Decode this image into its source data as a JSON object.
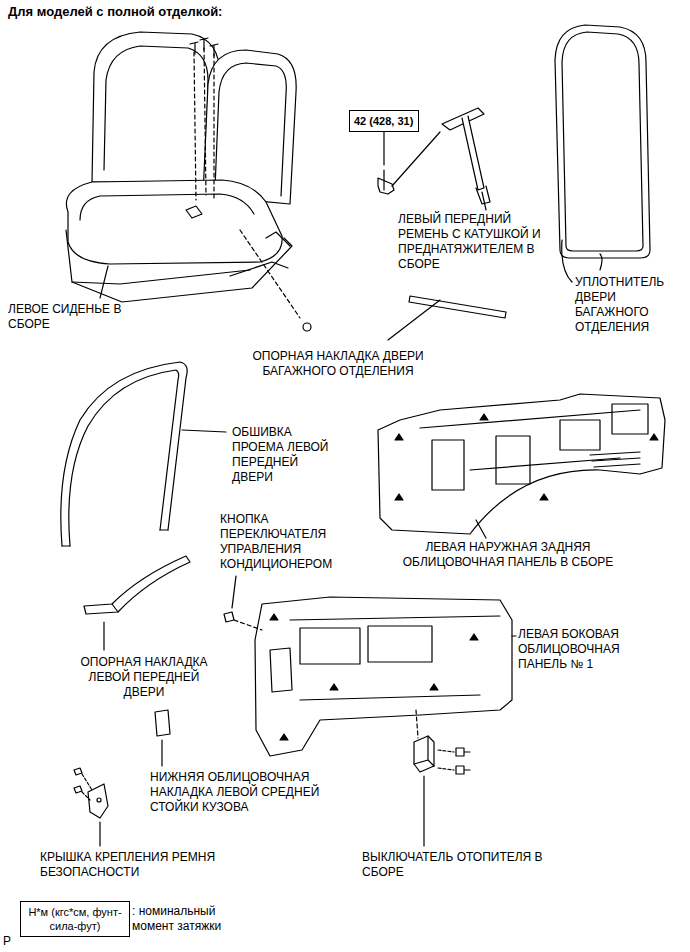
{
  "diagram": {
    "title": "Для моделей с полной отделкой:",
    "nodes": [
      {
        "text": [
          "42 (428, 31)"
        ]
      },
      {
        "text": [
          "Н*м (кгс*см, фунт-сила-фут)"
        ]
      }
    ],
    "labels": [
      "ЛЕВЫЙ ПЕРЕДНИЙ РЕМЕНЬ С КАТУШКОЙ И ПРЕДНАТЯЖИТЕЛЕМ В СБОРЕ",
      "УПЛОТНИТЕЛЬ ДВЕРИ БАГАЖНОГО ОТДЕЛЕНИЯ",
      "ЛЕВОЕ СИДЕНЬЕ В СБОРЕ",
      "ОПОРНАЯ НАКЛАДКА ДВЕРИ БАГАЖНОГО ОТДЕЛЕНИЯ",
      "ОБШИВКА ПРОЕМА ЛЕВОЙ ПЕРЕДНЕЙ ДВЕРИ",
      "ЛЕВАЯ НАРУЖНАЯ ЗАДНЯЯ ОБЛИЦОВОЧНАЯ ПАНЕЛЬ В СБОРЕ",
      "КНОПКА ПЕРЕКЛЮЧАТЕЛЯ УПРАВЛЕНИЯ КОНДИЦИОНЕРОМ",
      "ЛЕВАЯ БОКОВАЯ ОБЛИЦОВОЧНАЯ ПАНЕЛЬ № 1",
      "ОПОРНАЯ НАКЛАДКА ЛЕВОЙ ПЕРЕДНЕЙ ДВЕРИ",
      "НИЖНЯЯ ОБЛИЦОВОЧНАЯ НАКЛАДКА ЛЕВОЙ СРЕДНЕЙ СТОЙКИ КУЗОВА",
      "КРЫШКА КРЕПЛЕНИЯ РЕМНЯ БЕЗОПАСНОСТИ",
      "ВЫКЛЮЧАТЕЛЬ ОТОПИТЕЛЯ В СБОРЕ",
      ": номинальный момент затяжки",
      "P"
    ]
  }
}
